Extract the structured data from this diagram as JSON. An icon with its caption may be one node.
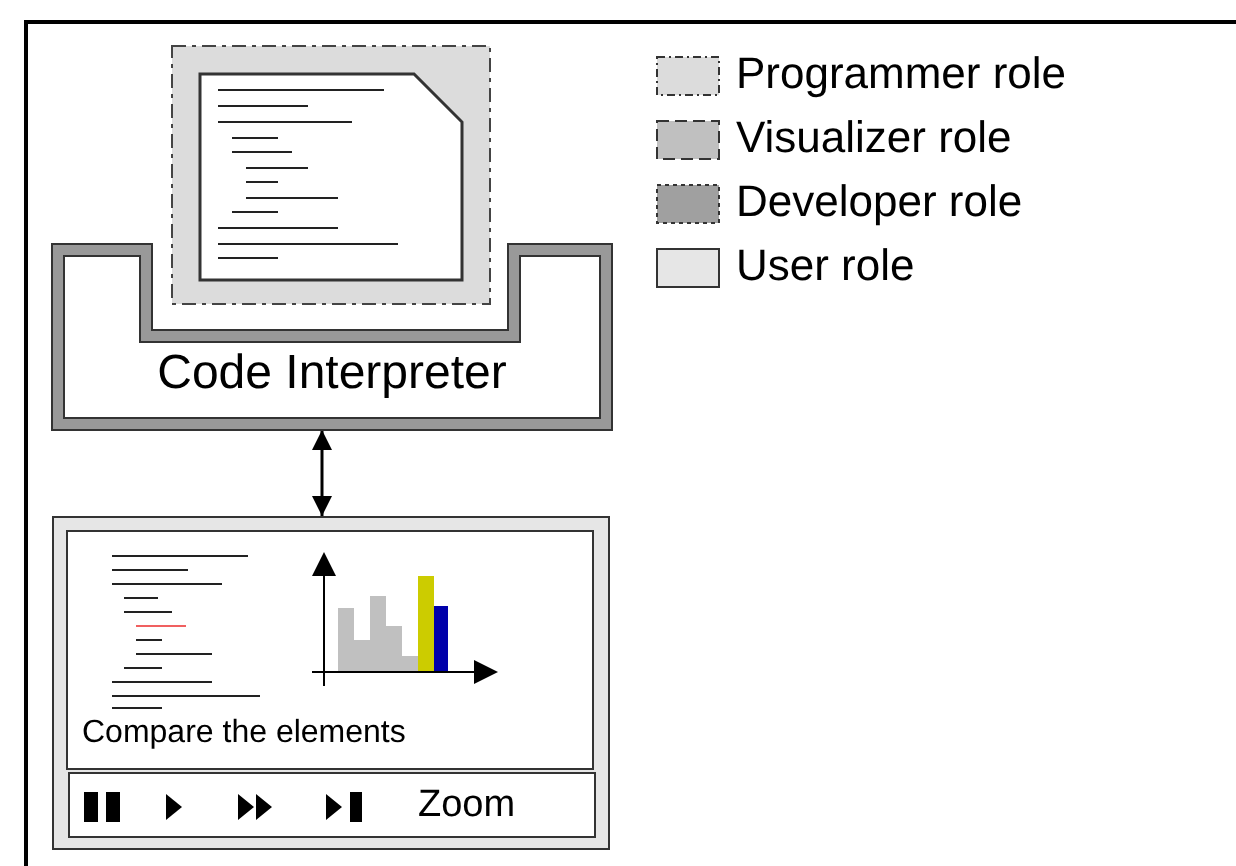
{
  "diagram": {
    "nodes": [
      {
        "text": [
          "Code Interpreter"
        ]
      },
      {
        "text": [
          "Compare the elements"
        ]
      },
      {
        "text": [
          "Zoom"
        ],
        "in": 1
      }
    ],
    "edges": [
      {
        "from": 0,
        "to": 1,
        "arrow": "both"
      }
    ],
    "legend": [
      {
        "text": "Programmer role",
        "color": "#dcdcdc"
      },
      {
        "text": "Visualizer role",
        "color": "#c0c0c0"
      },
      {
        "text": "Developer role",
        "color": "#a0a0a0"
      },
      {
        "text": "User role",
        "color": "#e6e6e6"
      }
    ]
  }
}
